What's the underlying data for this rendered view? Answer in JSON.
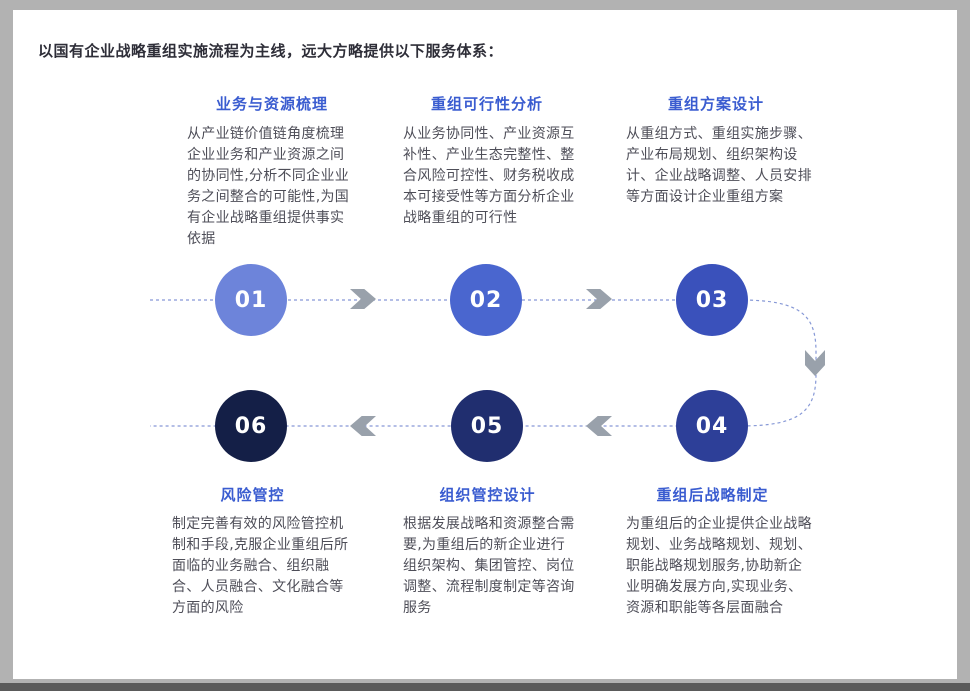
{
  "page": {
    "header": "以国有企业战略重组实施流程为主线，远大方略提供以下服务体系："
  },
  "colors": {
    "title_accent": "#3a5cd0",
    "body_text": "#4e4e58",
    "arrow_gray": "#99a1ab",
    "dash_line": "#8698d6",
    "frame_gray": "#b2b2b2"
  },
  "steps": [
    {
      "number": "01",
      "title": "业务与资源梳理",
      "description": "从产业链价值链角度梳理企业业务和产业资源之间的协同性,分析不同企业业务之间整合的可能性,为国有企业战略重组提供事实依据",
      "color": "#6d84da"
    },
    {
      "number": "02",
      "title": "重组可行性分析",
      "description": "从业务协同性、产业资源互补性、产业生态完整性、整合风险可控性、财务税收成本可接受性等方面分析企业战略重组的可行性",
      "color": "#4a66cf"
    },
    {
      "number": "03",
      "title": "重组方案设计",
      "description": "从重组方式、重组实施步骤、产业布局规划、组织架构设计、企业战略调整、人员安排等方面设计企业重组方案",
      "color": "#3a51bb"
    },
    {
      "number": "04",
      "title": "重组后战略制定",
      "description": "为重组后的企业提供企业战略规划、业务战略规划、规划、职能战略规划服务,协助新企业明确发展方向,实现业务、资源和职能等各层面融合",
      "color": "#2d3f98"
    },
    {
      "number": "05",
      "title": "组织管控设计",
      "description": "根据发展战略和资源整合需要,为重组后的新企业进行组织架构、集团管控、岗位调整、流程制度制定等咨询服务",
      "color": "#202e6f"
    },
    {
      "number": "06",
      "title": "风险管控",
      "description": "制定完善有效的风险管控机制和手段,克服企业重组后所面临的业务融合、组织融合、人员融合、文化融合等方面的风险",
      "color": "#141f47"
    }
  ]
}
